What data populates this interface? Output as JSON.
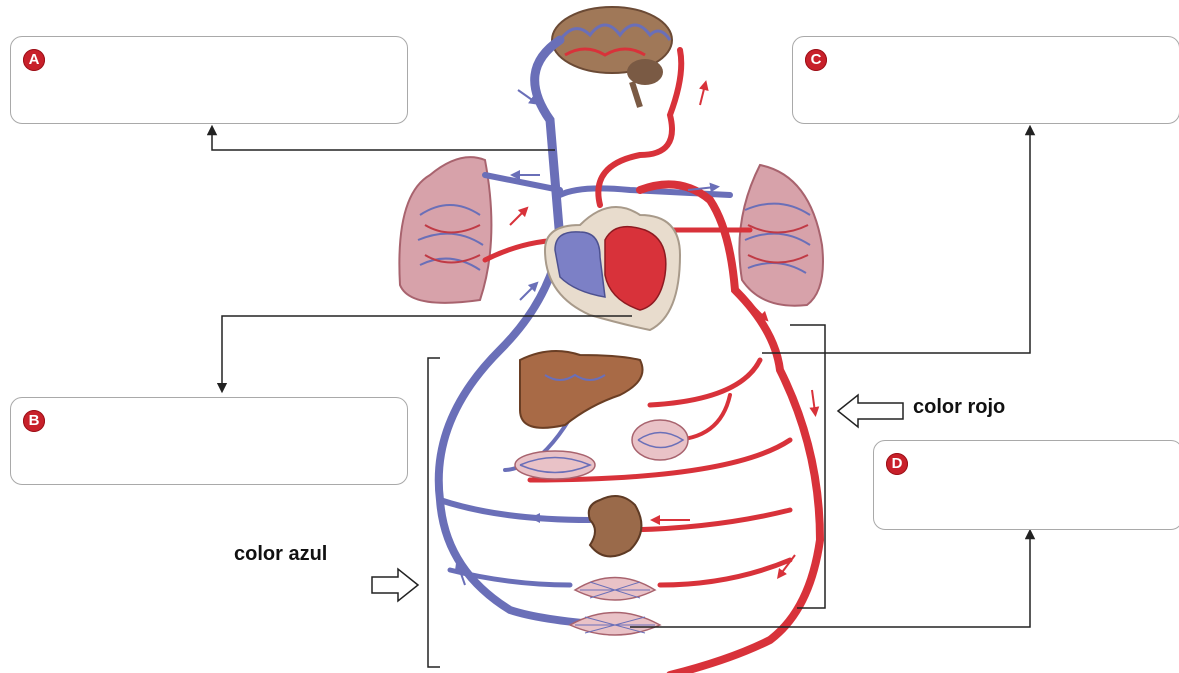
{
  "boxes": {
    "a": {
      "letter": "A",
      "answer": ""
    },
    "b": {
      "letter": "B",
      "answer": ""
    },
    "c": {
      "letter": "C",
      "answer": ""
    },
    "d": {
      "letter": "D",
      "answer": ""
    }
  },
  "labels": {
    "rojo": "color rojo",
    "azul": "color azul"
  },
  "colors": {
    "deoxygenated_blood": "#6a6fb8",
    "oxygenated_blood": "#d8323a",
    "badge": "#c8202a",
    "organ_pink": "#c98a9a",
    "liver_brown": "#8a5a3a"
  }
}
